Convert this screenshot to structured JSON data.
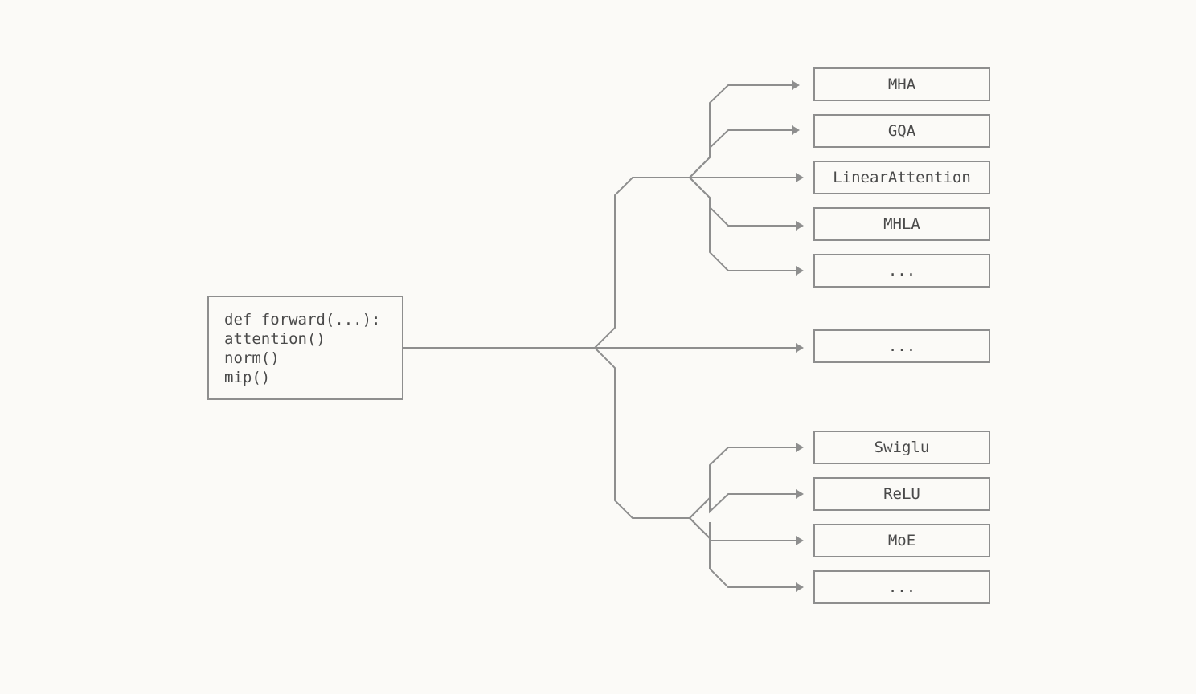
{
  "code": {
    "lines": [
      "def forward(...):",
      "attention()",
      "norm()",
      "mip()"
    ]
  },
  "attention_variants": [
    "MHA",
    "GQA",
    "LinearAttention",
    "MHLA",
    "..."
  ],
  "middle_variant": "...",
  "mlp_variants": [
    "Swiglu",
    "ReLU",
    "MoE",
    "..."
  ],
  "colors": {
    "background": "#fbfaf7",
    "stroke": "#8e8e8e",
    "text": "#4a4a4a"
  }
}
